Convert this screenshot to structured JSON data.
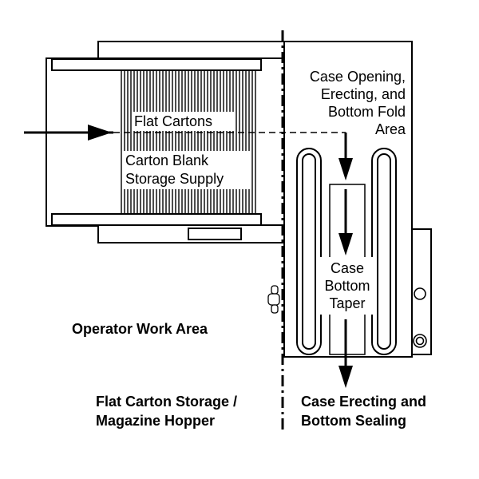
{
  "labels": {
    "flat_cartons": "Flat Cartons",
    "storage_supply_line1": "Carton Blank",
    "storage_supply_line2": "Storage Supply",
    "case_opening_line1": "Case Opening,",
    "case_opening_line2": "Erecting, and",
    "case_opening_line3": "Bottom Fold",
    "case_opening_line4": "Area",
    "taper_line1": "Case",
    "taper_line2": "Bottom",
    "taper_line3": "Taper",
    "operator_area": "Operator Work Area",
    "left_section_line1": "Flat Carton Storage /",
    "left_section_line2": "Magazine Hopper",
    "right_section_line1": "Case Erecting and",
    "right_section_line2": "Bottom Sealing"
  },
  "colors": {
    "ink": "#000000",
    "paper": "#ffffff"
  }
}
